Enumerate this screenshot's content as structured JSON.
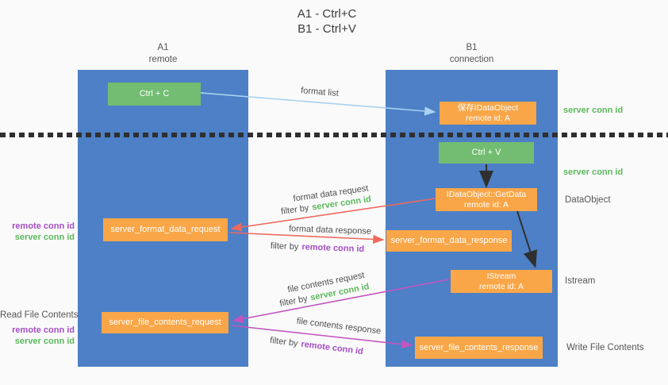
{
  "title": {
    "line1": "A1 - Ctrl+C",
    "line2": "B1 - Ctrl+V"
  },
  "lanes": {
    "left": {
      "name": "A1",
      "role": "remote"
    },
    "right": {
      "name": "B1",
      "role": "connection"
    }
  },
  "nodes": {
    "ctrl_c": {
      "label": "Ctrl + C"
    },
    "ctrl_v": {
      "label": "Ctrl + V"
    },
    "save_idataobject": {
      "line1": "保存IDataObject",
      "line2": "remote id: A"
    },
    "getdata": {
      "line1": "IDataObject::GetData",
      "line2": "remote id: A"
    },
    "istream": {
      "line1": "IStream",
      "line2": "remote id: A"
    },
    "format_request": {
      "label": "server_format_data_request"
    },
    "format_response": {
      "label": "server_format_data_response"
    },
    "file_request": {
      "label": "server_file_contents_request"
    },
    "file_response": {
      "label": "server_file_contents_response"
    }
  },
  "flow_labels": {
    "format_list": "format list",
    "format_data_request": "format data request",
    "format_data_response": "format data response",
    "file_contents_request": "file contents request",
    "file_contents_response": "file contents response",
    "filter_by": "filter by",
    "server_conn_id": "server conn id",
    "remote_conn_id": "remote conn id"
  },
  "side_labels": {
    "right_server_conn_id_top": "server conn id",
    "right_server_conn_id_mid": "server conn id",
    "right_dataobject": "DataObject",
    "right_istream": "Istream",
    "right_write_file_contents": "Write File Contents",
    "left_read_file_contents": "Read File Contents",
    "left_remote_conn_id_1": "remote conn id",
    "left_server_conn_id_1": "server conn id",
    "left_remote_conn_id_2": "remote conn id",
    "left_server_conn_id_2": "server conn id"
  },
  "colors": {
    "lane_blue": "#4d80c6",
    "node_green": "#72bd71",
    "node_orange": "#f9a648",
    "arrow_red": "#ee695e",
    "arrow_magenta": "#c155c1",
    "arrow_light_blue": "#a8d2f0",
    "arrow_black": "#2f2f2f",
    "text_green": "#5cb85c",
    "text_purple": "#a44fc4",
    "text_gray": "#4f4f4f"
  }
}
